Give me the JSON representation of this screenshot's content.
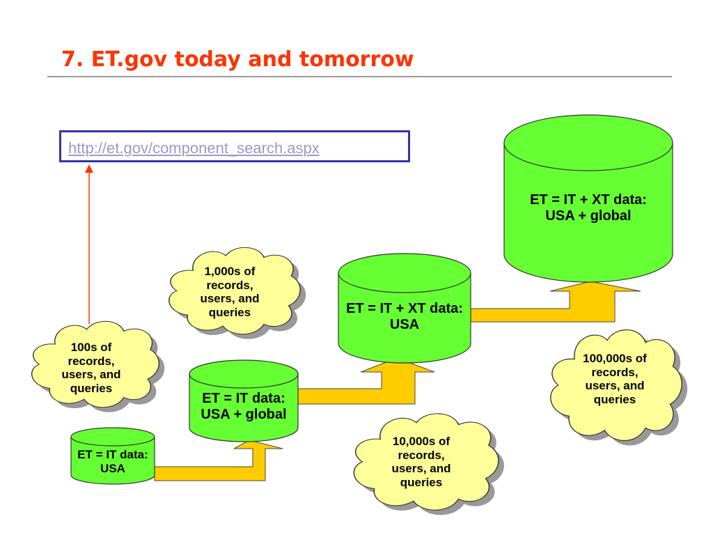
{
  "slide": {
    "title": "7. ET.gov today and tomorrow",
    "url": "http://et.gov/component_search.aspx"
  },
  "databases": [
    {
      "id": "db1",
      "label": "ET = IT data:\nUSA"
    },
    {
      "id": "db2",
      "label": "ET = IT data:\nUSA + global"
    },
    {
      "id": "db3",
      "label": "ET = IT + XT data:\nUSA"
    },
    {
      "id": "db4",
      "label": "ET = IT + XT data:\nUSA + global"
    }
  ],
  "clouds": [
    {
      "id": "c1",
      "label": "100s of\nrecords,\nusers, and\nqueries"
    },
    {
      "id": "c2",
      "label": "1,000s of\nrecords,\nusers, and\nqueries"
    },
    {
      "id": "c3",
      "label": "10,000s of\nrecords,\nusers, and\nqueries"
    },
    {
      "id": "c4",
      "label": "100,000s of\nrecords,\nusers, and\nqueries"
    }
  ],
  "colors": {
    "title": "#ff3300",
    "database_fill": "#66ff33",
    "cloud_fill": "#ffff99",
    "arrow_fill": "#ffcc00",
    "link_arrow": "#ff3300",
    "url_border": "#3333aa"
  }
}
